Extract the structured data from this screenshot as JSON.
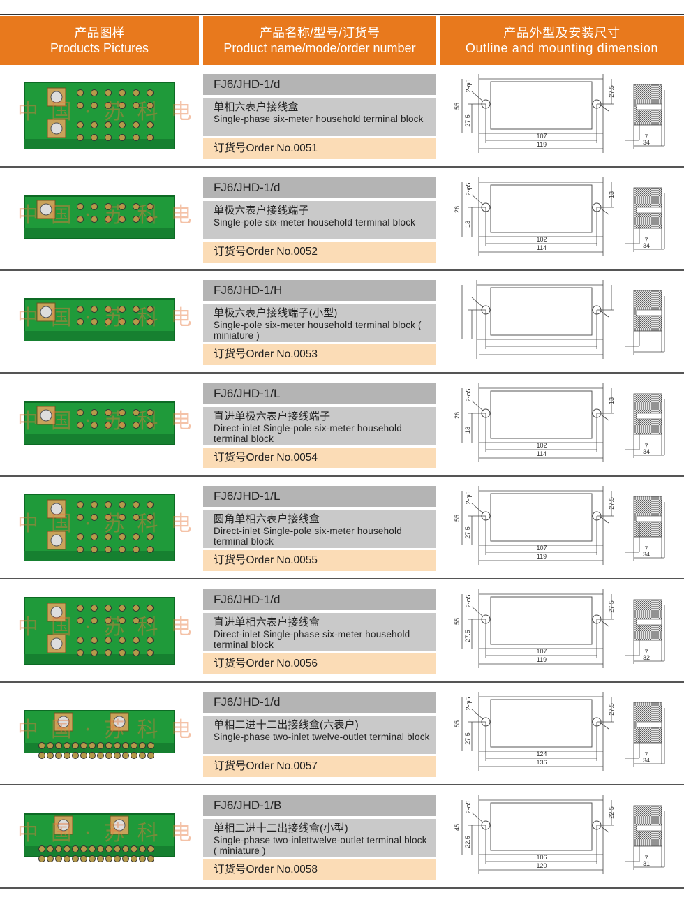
{
  "header": {
    "col1_cn": "产品图样",
    "col1_en": "Products Pictures",
    "col2_cn": "产品名称/型号/订货号",
    "col2_en": "Product name/mode/order number",
    "col3_cn": "产品外型及安装尺寸",
    "col3_en": "Outline and mounting dimension"
  },
  "watermark": "中国·苏科电气",
  "colors": {
    "header": "#e8791d",
    "model_bg": "#b4b4b4",
    "name_bg": "#c9c9c9",
    "order_bg": "#fbdcb6",
    "product_green": "#1f9a3a"
  },
  "products": [
    {
      "model": "FJ6/JHD-1/d",
      "name_cn": "单相六表户接线盒",
      "name_en": "Single-phase six-meter household terminal block",
      "order": "订货号Order No.0051",
      "hole": "2-φ5",
      "h": "55",
      "h_half_l": "27.5",
      "h_half_r": "27.5",
      "w_in": "107",
      "w_out": "119",
      "s1": "7",
      "s2": "34",
      "type": "double"
    },
    {
      "model": "FJ6/JHD-1/d",
      "name_cn": "单极六表户接线端子",
      "name_en": "Single-pole six-meter household terminal block",
      "order": "订货号Order No.0052",
      "hole": "2-φ5",
      "h": "26",
      "h_half_l": "13",
      "h_half_r": "13",
      "w_in": "102",
      "w_out": "114",
      "s1": "7",
      "s2": "34",
      "type": "single"
    },
    {
      "model": "FJ6/JHD-1/H",
      "name_cn": "单极六表户接线端子(小型)",
      "name_en": "Single-pole six-meter household terminal block ( miniature )",
      "order": "订货号Order No.0053",
      "type": "single"
    },
    {
      "model": "FJ6/JHD-1/L",
      "name_cn": "直进单极六表户接线端子",
      "name_en": "Direct-inlet Single-pole six-meter household terminal block",
      "order": "订货号Order No.0054",
      "hole": "2-φ5",
      "h": "26",
      "h_half_l": "13",
      "h_half_r": "13",
      "w_in": "102",
      "w_out": "114",
      "s1": "7",
      "s2": "34",
      "type": "single"
    },
    {
      "model": "FJ6/JHD-1/L",
      "name_cn": "圆角单相六表户接线盒",
      "name_en": "Direct-inlet Single-pole six-meter household terminal block",
      "order": "订货号Order No.0055",
      "hole": "2-φ5",
      "h": "55",
      "h_half_l": "27.5",
      "h_half_r": "27.5",
      "w_in": "107",
      "w_out": "119",
      "s1": "7",
      "s2": "34",
      "type": "double"
    },
    {
      "model": "FJ6/JHD-1/d",
      "name_cn": "直进单相六表户接线盒",
      "name_en": "Direct-inlet Single-phase six-meter household terminal block",
      "order": "订货号Order No.0056",
      "hole": "2-φ5",
      "h": "55",
      "h_half_l": "27.5",
      "h_half_r": "27.5",
      "w_in": "107",
      "w_out": "119",
      "s1": "7",
      "s2": "32",
      "type": "double"
    },
    {
      "model": "FJ6/JHD-1/d",
      "name_cn": "单相二进十二出接线盒(六表户)",
      "name_en": "Single-phase two-inlet twelve-outlet terminal block",
      "order": "订货号Order No.0057",
      "hole": "2-φ5",
      "h": "55",
      "h_half_l": "27.5",
      "h_half_r": "27.5",
      "w_in": "124",
      "w_out": "136",
      "s1": "7",
      "s2": "34",
      "type": "twin"
    },
    {
      "model": "FJ6/JHD-1/B",
      "name_cn": "单相二进十二出接线盒(小型)",
      "name_en": "Single-phase two-inlettwelve-outlet terminal block ( miniature )",
      "order": "订货号Order No.0058",
      "hole": "2-φ5",
      "h": "45",
      "h_half_l": "22.5",
      "h_half_r": "22.5",
      "w_in": "106",
      "w_out": "120",
      "s1": "7",
      "s2": "31",
      "type": "twin"
    }
  ]
}
